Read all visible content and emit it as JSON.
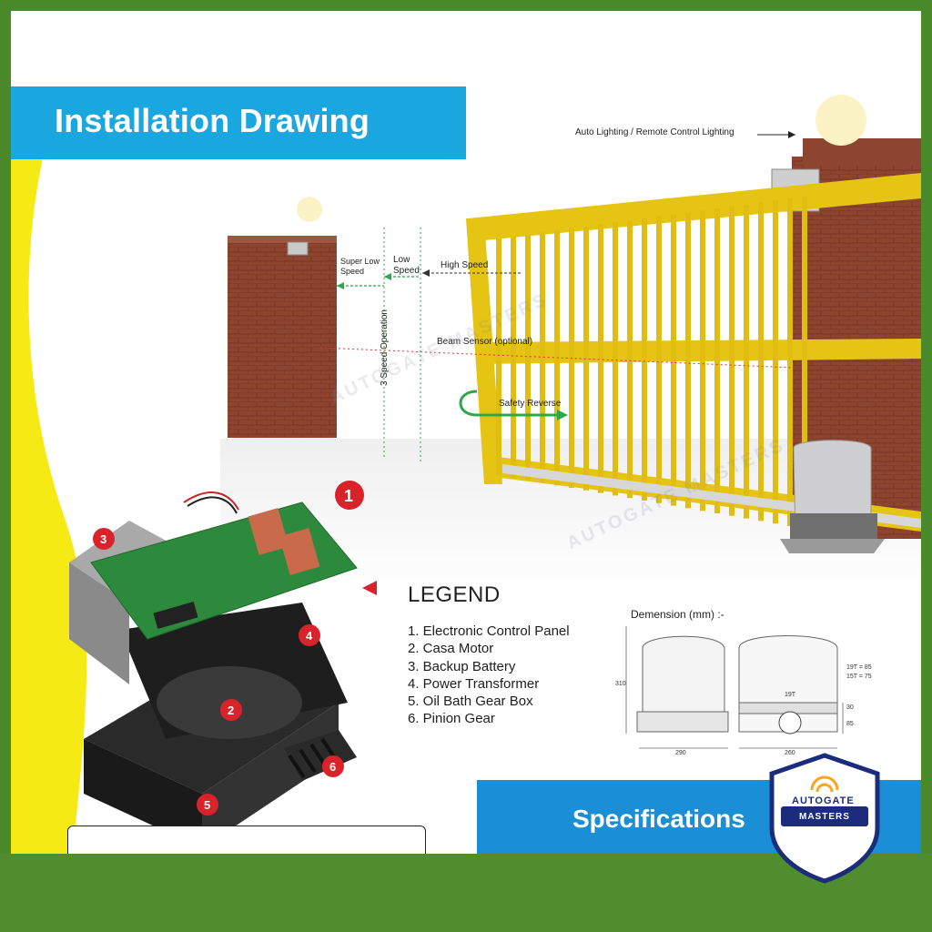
{
  "header": {
    "title": "Installation Drawing"
  },
  "diagram": {
    "labels": {
      "auto_lighting": "Auto Lighting / Remote Control Lighting",
      "super_low_speed_1": "Super Low",
      "super_low_speed_2": "Speed",
      "low_speed_1": "Low",
      "low_speed_2": "Speed",
      "high_speed": "High Speed",
      "three_speed": "3 Speed Operation",
      "beam_sensor": "Beam Sensor (optional)",
      "safety_reverse": "Safety Reverse"
    }
  },
  "product": {
    "markers": [
      "1",
      "2",
      "3",
      "4",
      "5",
      "6"
    ]
  },
  "legend": {
    "title": "LEGEND",
    "items": [
      "1. Electronic Control Panel",
      "2. Casa Motor",
      "3. Backup Battery",
      "4. Power Transformer",
      "5. Oil Bath Gear Box",
      "6. Pinion Gear"
    ]
  },
  "dimension": {
    "title": "Demension (mm) :-",
    "height": "310",
    "width_front": "290",
    "width_side": "260",
    "gear_label": "19T",
    "note_19t": "19T = 85",
    "note_15t": "15T = 75",
    "dim_30": "30",
    "dim_85": "85"
  },
  "specifications": {
    "title": "Specifications"
  },
  "brand": {
    "line1": "AUTOGATE",
    "line2": "MASTERS"
  },
  "watermark": {
    "text": "AUTOGATE MASTERS"
  },
  "colors": {
    "banner_blue": "#1aa7e0",
    "accent_yellow": "#f5ea14",
    "gate_yellow": "#f2d21c",
    "brick": "#8a3f2a",
    "border_green": "#4a8a2a",
    "marker_red": "#d8232a",
    "badge_navy": "#1c2c7c"
  }
}
